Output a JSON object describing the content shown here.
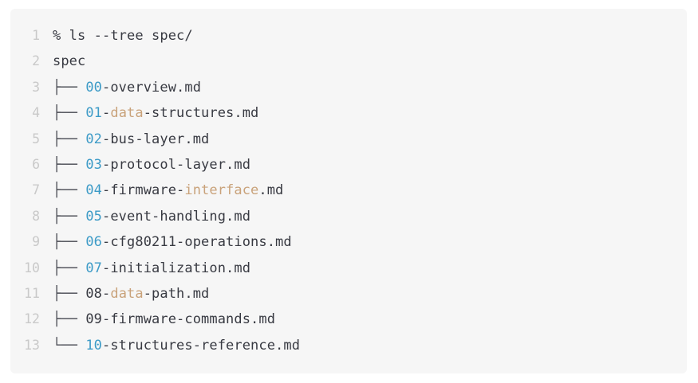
{
  "window": {
    "background_color": "#ffffff",
    "block_background_color": "#f6f6f6"
  },
  "theme": {
    "text_color": "#383a42",
    "line_number_color": "#c9c9c9",
    "number_token_color": "#3d9bc7",
    "keyword_token_color": "#c9a27a",
    "tree_glyph_color": "#4b4d55"
  },
  "terminal": {
    "command": "% ls --tree spec/",
    "root": "spec"
  },
  "code": {
    "lines": [
      {
        "number": "1",
        "text": "% ls --tree spec/",
        "tokens": [
          {
            "t": "% ls --tree spec/",
            "c": "tok-plain"
          }
        ]
      },
      {
        "number": "2",
        "text": "spec",
        "tokens": [
          {
            "t": "spec",
            "c": "tok-plain"
          }
        ]
      },
      {
        "number": "3",
        "text": "├── 00-overview.md",
        "tokens": [
          {
            "t": "├── ",
            "c": "tok-tree"
          },
          {
            "t": "00",
            "c": "tok-num"
          },
          {
            "t": "-overview.md",
            "c": "tok-plain"
          }
        ]
      },
      {
        "number": "4",
        "text": "├── 01-data-structures.md",
        "tokens": [
          {
            "t": "├── ",
            "c": "tok-tree"
          },
          {
            "t": "01",
            "c": "tok-num"
          },
          {
            "t": "-",
            "c": "tok-plain"
          },
          {
            "t": "data",
            "c": "tok-kw"
          },
          {
            "t": "-structures.md",
            "c": "tok-plain"
          }
        ]
      },
      {
        "number": "5",
        "text": "├── 02-bus-layer.md",
        "tokens": [
          {
            "t": "├── ",
            "c": "tok-tree"
          },
          {
            "t": "02",
            "c": "tok-num"
          },
          {
            "t": "-bus-layer.md",
            "c": "tok-plain"
          }
        ]
      },
      {
        "number": "6",
        "text": "├── 03-protocol-layer.md",
        "tokens": [
          {
            "t": "├── ",
            "c": "tok-tree"
          },
          {
            "t": "03",
            "c": "tok-num"
          },
          {
            "t": "-protocol-layer.md",
            "c": "tok-plain"
          }
        ]
      },
      {
        "number": "7",
        "text": "├── 04-firmware-interface.md",
        "tokens": [
          {
            "t": "├── ",
            "c": "tok-tree"
          },
          {
            "t": "04",
            "c": "tok-num"
          },
          {
            "t": "-firmware-",
            "c": "tok-plain"
          },
          {
            "t": "interface",
            "c": "tok-kw"
          },
          {
            "t": ".md",
            "c": "tok-plain"
          }
        ]
      },
      {
        "number": "8",
        "text": "├── 05-event-handling.md",
        "tokens": [
          {
            "t": "├── ",
            "c": "tok-tree"
          },
          {
            "t": "05",
            "c": "tok-num"
          },
          {
            "t": "-event-handling.md",
            "c": "tok-plain"
          }
        ]
      },
      {
        "number": "9",
        "text": "├── 06-cfg80211-operations.md",
        "tokens": [
          {
            "t": "├── ",
            "c": "tok-tree"
          },
          {
            "t": "06",
            "c": "tok-num"
          },
          {
            "t": "-cfg80211-operations.md",
            "c": "tok-plain"
          }
        ]
      },
      {
        "number": "10",
        "text": "├── 07-initialization.md",
        "tokens": [
          {
            "t": "├── ",
            "c": "tok-tree"
          },
          {
            "t": "07",
            "c": "tok-num"
          },
          {
            "t": "-initialization.md",
            "c": "tok-plain"
          }
        ]
      },
      {
        "number": "11",
        "text": "├── 08-data-path.md",
        "tokens": [
          {
            "t": "├── ",
            "c": "tok-tree"
          },
          {
            "t": "08-",
            "c": "tok-plain"
          },
          {
            "t": "data",
            "c": "tok-kw"
          },
          {
            "t": "-path.md",
            "c": "tok-plain"
          }
        ]
      },
      {
        "number": "12",
        "text": "├── 09-firmware-commands.md",
        "tokens": [
          {
            "t": "├── ",
            "c": "tok-tree"
          },
          {
            "t": "09-firmware-commands.md",
            "c": "tok-plain"
          }
        ]
      },
      {
        "number": "13",
        "text": "└── 10-structures-reference.md",
        "tokens": [
          {
            "t": "└── ",
            "c": "tok-tree"
          },
          {
            "t": "10",
            "c": "tok-num"
          },
          {
            "t": "-structures-reference.md",
            "c": "tok-plain"
          }
        ]
      }
    ]
  }
}
